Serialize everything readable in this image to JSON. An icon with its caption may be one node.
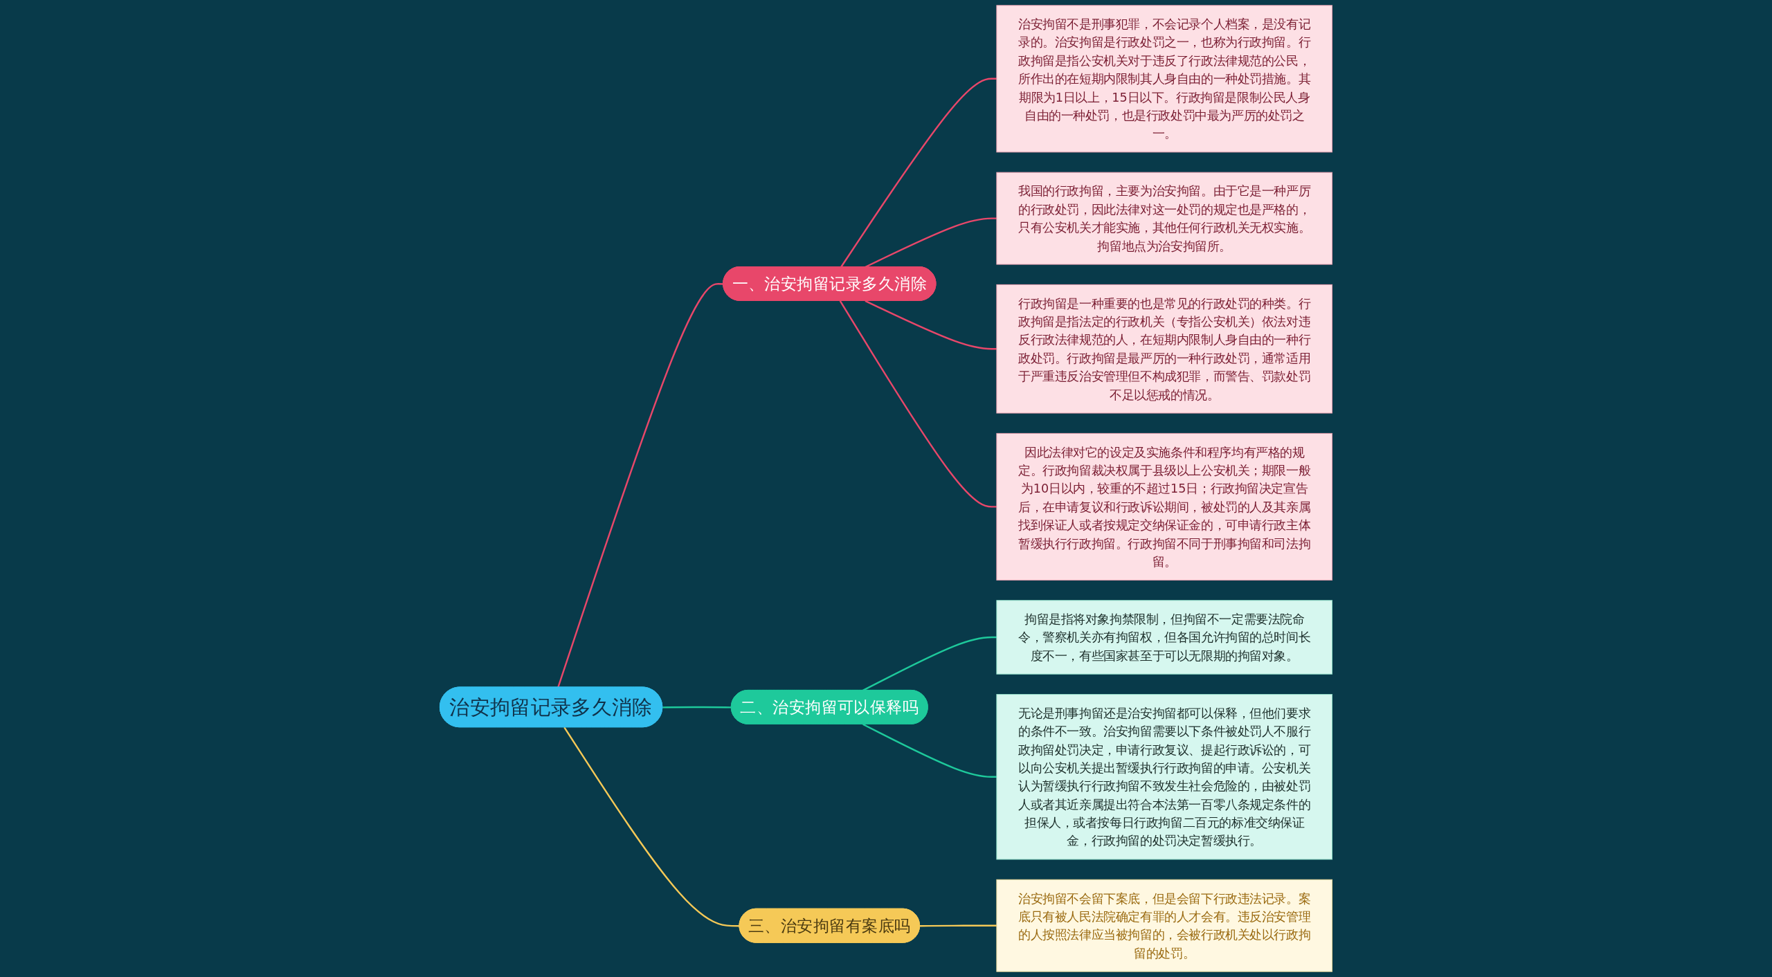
{
  "diagram": {
    "nodes": [
      {
        "text": [
          "治安拘留记录多久消除"
        ]
      },
      {
        "text": [
          "一、治安拘留记录多久消除"
        ]
      },
      {
        "text": [
          "治安拘留不是刑事犯罪，不会记录个人档案，是没有记录的。治安拘留是行政处罚之一，也称为行政拘留。行政拘留是指公安机关对于违反了行政法律规范的公民，所作出的在短期内限制其人身自由的一种处罚措施。其期限为1日以上，15日以下。行政拘留是限制公民人身自由的一种处罚，也是行政处罚中最为严厉的处罚之一。"
        ]
      },
      {
        "text": [
          "我国的行政拘留，主要为治安拘留。由于它是一种严厉的行政处罚，因此法律对这一处罚的规定也是严格的，只有公安机关才能实施，其他任何行政机关无权实施。拘留地点为治安拘留所。"
        ]
      },
      {
        "text": [
          "行政拘留是一种重要的也是常见的行政处罚的种类。行政拘留是指法定的行政机关（专指公安机关）依法对违反行政法律规范的人，在短期内限制人身自由的一种行政处罚。行政拘留是最严厉的一种行政处罚，通常适用于严重违反治安管理但不构成犯罪，而警告、罚款处罚不足以惩戒的情况。"
        ]
      },
      {
        "text": [
          "因此法律对它的设定及实施条件和程序均有严格的规定。行政拘留裁决权属于县级以上公安机关；期限一般为10日以内，较重的不超过15日；行政拘留决定宣告后，在申请复议和行政诉讼期间，被处罚的人及其亲属找到保证人或者按规定交纳保证金的，可申请行政主体暂缓执行行政拘留。行政拘留不同于刑事拘留和司法拘留。"
        ]
      },
      {
        "text": [
          "二、治安拘留可以保释吗"
        ]
      },
      {
        "text": [
          "拘留是指将对象拘禁限制，但拘留不一定需要法院命令，警察机关亦有拘留权，但各国允许拘留的总时间长度不一，有些国家甚至于可以无限期的拘留对象。"
        ]
      },
      {
        "text": [
          "无论是刑事拘留还是治安拘留都可以保释，但他们要求的条件不一致。治安拘留需要以下条件被处罚人不服行政拘留处罚决定，申请行政复议、提起行政诉讼的，可以向公安机关提出暂缓执行行政拘留的申请。公安机关认为暂缓执行行政拘留不致发生社会危险的，由被处罚人或者其近亲属提出符合本法第一百零八条规定条件的担保人，或者按每日行政拘留二百元的标准交纳保证金，行政拘留的处罚决定暂缓执行。"
        ]
      },
      {
        "text": [
          "三、治安拘留有案底吗"
        ]
      },
      {
        "text": [
          "治安拘留不会留下案底，但是会留下行政违法记录。案底只有被人民法院确定有罪的人才会有。违反治安管理的人按照法律应当被拘留的，会被行政机关处以行政拘留的处罚。"
        ]
      }
    ],
    "edges": [
      {
        "from": 0,
        "to": 1,
        "arrow": "none"
      },
      {
        "from": 1,
        "to": 2,
        "arrow": "none"
      },
      {
        "from": 1,
        "to": 3,
        "arrow": "none"
      },
      {
        "from": 1,
        "to": 4,
        "arrow": "none"
      },
      {
        "from": 1,
        "to": 5,
        "arrow": "none"
      },
      {
        "from": 0,
        "to": 6,
        "arrow": "none",
        "color": "#1ec99b"
      },
      {
        "from": 6,
        "to": 7,
        "arrow": "none",
        "color": "#1ec99b"
      },
      {
        "from": 6,
        "to": 8,
        "arrow": "none",
        "color": "#1ec99b"
      },
      {
        "from": 0,
        "to": 9,
        "arrow": "none",
        "color": "#f5c957"
      },
      {
        "from": 9,
        "to": 10,
        "arrow": "none",
        "color": "#f5c957"
      }
    ]
  }
}
